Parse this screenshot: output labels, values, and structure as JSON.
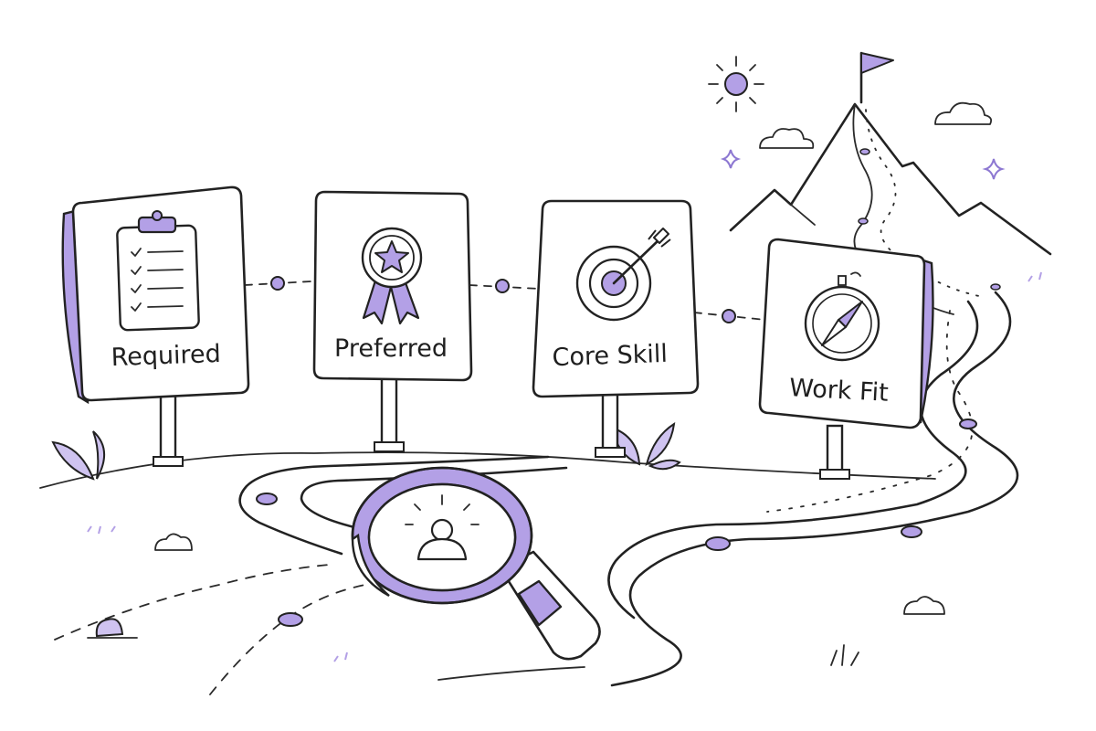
{
  "accent": "#b3a0e6",
  "accent_dark": "#8d78d2",
  "ink": "#222222",
  "signs": [
    {
      "label": "Required",
      "icon": "clipboard-checklist-icon"
    },
    {
      "label": "Preferred",
      "icon": "award-ribbon-icon"
    },
    {
      "label": "Core Skill",
      "icon": "target-arrow-icon"
    },
    {
      "label": "Work Fit",
      "icon": "compass-icon"
    }
  ],
  "center_icon": "magnifier-person-icon",
  "goal_icon": "mountain-flag-icon"
}
